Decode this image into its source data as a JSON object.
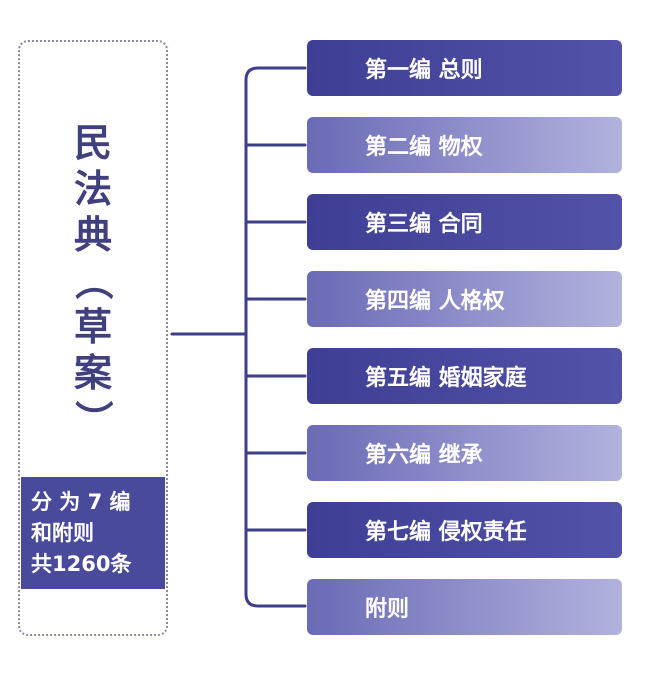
{
  "title": {
    "chars": [
      "民",
      "法",
      "典"
    ],
    "open_paren": "（",
    "chars2": [
      "草",
      "案"
    ],
    "close_paren": "）"
  },
  "summary": {
    "lines": [
      "分 为 7 编",
      "和附则",
      "共1260条"
    ]
  },
  "chapters": [
    {
      "label": "第一编  总则",
      "style": "dark"
    },
    {
      "label": "第二编  物权",
      "style": "light"
    },
    {
      "label": "第三编  合同",
      "style": "dark"
    },
    {
      "label": "第四编  人格权",
      "style": "light"
    },
    {
      "label": "第五编  婚姻家庭",
      "style": "dark"
    },
    {
      "label": "第六编  继承",
      "style": "light"
    },
    {
      "label": "第七编  侵权责任",
      "style": "dark"
    },
    {
      "label": "附则",
      "style": "light"
    }
  ],
  "colors": {
    "dark_box": "#3e3e94",
    "light_box": "#b2b2de",
    "title_text": "#40407f",
    "connector": "#3e3e8a"
  }
}
